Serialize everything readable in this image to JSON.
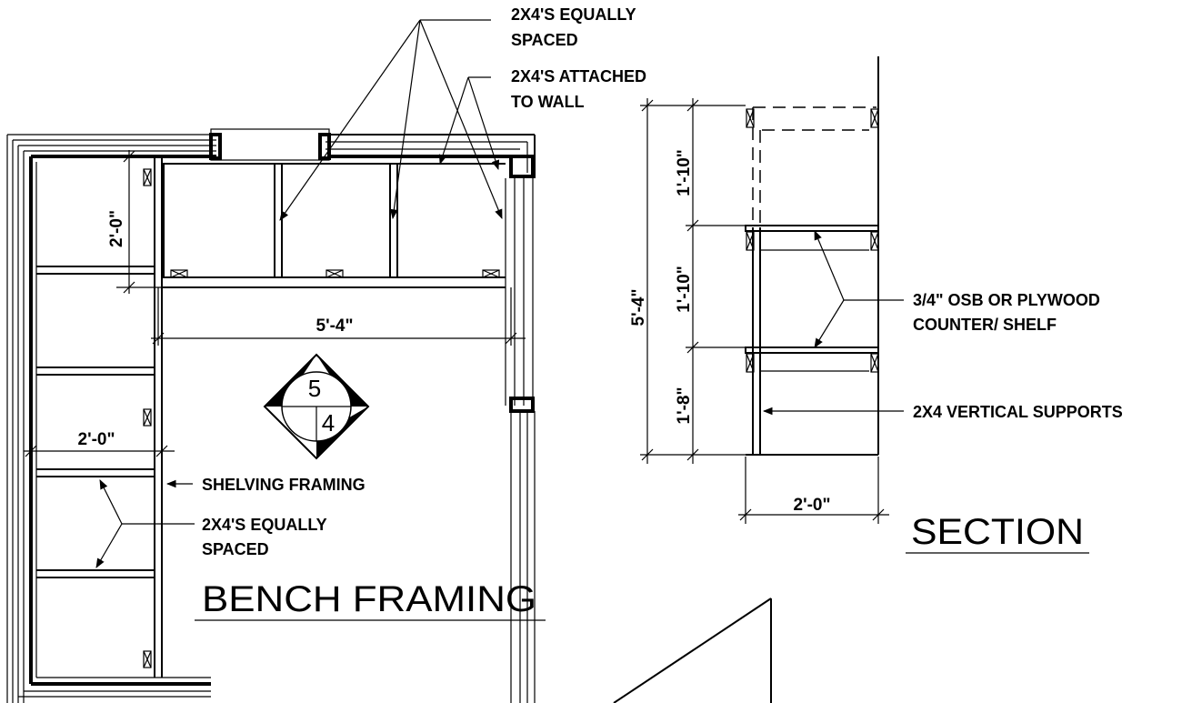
{
  "plan": {
    "title": "BENCH FRAMING",
    "notes": {
      "studs_spaced_1": "2X4'S EQUALLY",
      "studs_spaced_2": "SPACED",
      "attached_1": "2X4'S ATTACHED",
      "attached_2": "TO WALL",
      "shelving_framing": "SHELVING FRAMING",
      "studs_spaced_lower_1": "2X4'S EQUALLY",
      "studs_spaced_lower_2": "SPACED"
    },
    "dims": {
      "bench_depth_vertical": "2'-0\"",
      "bench_length": "5'-4\"",
      "shelf_depth": "2'-0\""
    },
    "section_tag": {
      "sheet": "5",
      "detail": "4"
    }
  },
  "section": {
    "title": "SECTION",
    "dims": {
      "total_height": "5'-4\"",
      "upper": "1'-10\"",
      "middle": "1'-10\"",
      "lower": "1'-8\"",
      "depth": "2'-0\""
    },
    "notes": {
      "counter_1": "3/4\" OSB OR PLYWOOD",
      "counter_2": "COUNTER/ SHELF",
      "vertical_supports": "2X4 VERTICAL SUPPORTS"
    }
  }
}
